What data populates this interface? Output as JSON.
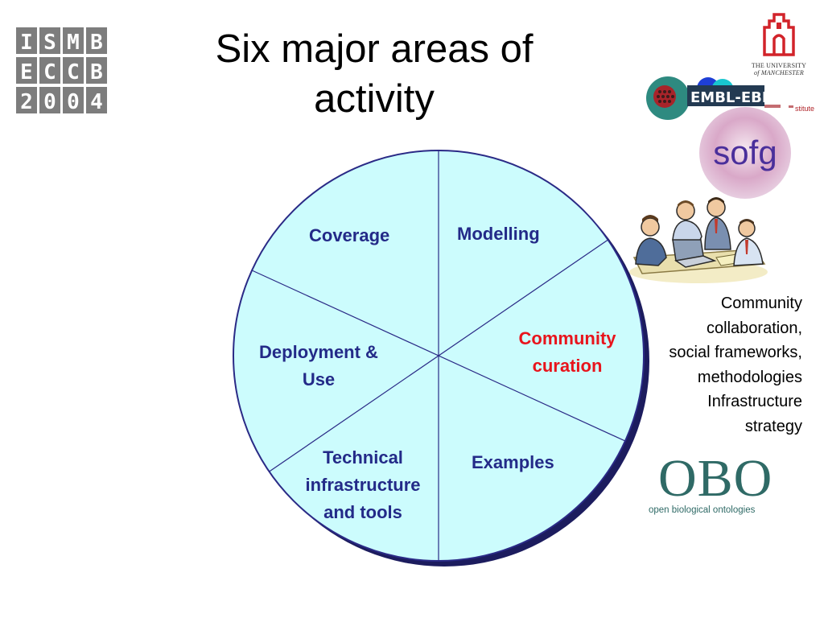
{
  "title": {
    "line1": "Six major areas of",
    "line2": "activity"
  },
  "logos": {
    "ismb": {
      "rows": [
        [
          "I",
          "S",
          "M",
          "B"
        ],
        [
          "E",
          "C",
          "C",
          "B"
        ],
        [
          "2",
          "0",
          "0",
          "4"
        ]
      ]
    },
    "manchester": {
      "line1": "THE UNIVERSITY",
      "line2": "of MANCHESTER"
    },
    "embl": {
      "text": "EMBL-EBI",
      "fragment": "stitute"
    },
    "sofg": {
      "text": "sofg"
    },
    "obo": {
      "big": "OBO",
      "small": "open biological ontologies"
    }
  },
  "wheel": {
    "segments": [
      {
        "id": "coverage",
        "lines": [
          "Coverage"
        ]
      },
      {
        "id": "modelling",
        "lines": [
          "Modelling"
        ]
      },
      {
        "id": "community-curation",
        "lines": [
          "Community",
          "curation"
        ],
        "highlight": true
      },
      {
        "id": "examples",
        "lines": [
          "Examples"
        ]
      },
      {
        "id": "technical",
        "lines": [
          "Technical",
          "infrastructure",
          "and tools"
        ]
      },
      {
        "id": "deployment",
        "lines": [
          "Deployment &",
          "Use"
        ]
      }
    ]
  },
  "side_text": [
    "Community",
    "collaboration,",
    "social frameworks,",
    "methodologies",
    "Infrastructure",
    "strategy"
  ],
  "colors": {
    "wheel_fill": "#ccfcfd",
    "wheel_stroke": "#2a2a86",
    "label_blue": "#232a88",
    "label_red": "#e8141c"
  }
}
